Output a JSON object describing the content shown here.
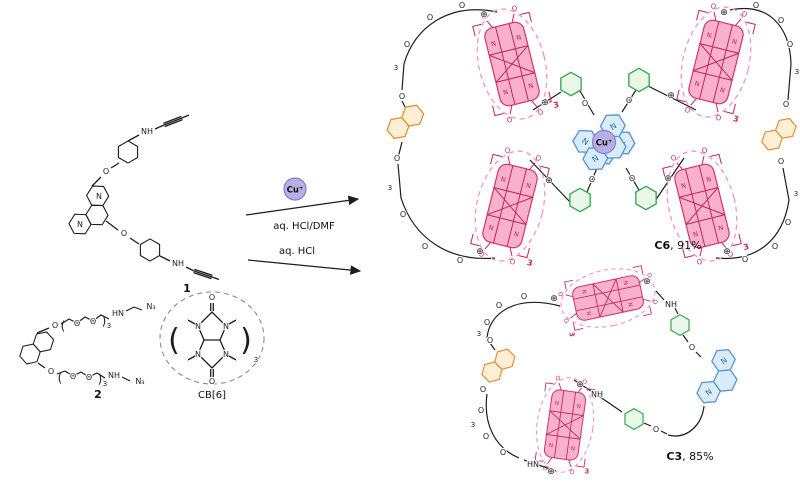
{
  "scheme": {
    "reactants": [
      {
        "label": "1"
      },
      {
        "label": "2"
      },
      {
        "label": "CB[6]"
      }
    ],
    "arrows": [
      {
        "above": "Cu⁺",
        "below": "aq. HCl/DMF"
      },
      {
        "above": "aq. HCl"
      }
    ],
    "products": [
      {
        "name": "C6",
        "yield": ", 91%"
      },
      {
        "name": "C3",
        "yield": ", 85%"
      }
    ],
    "cu_center": "Cu⁺"
  },
  "atoms": {
    "N": "N",
    "O": "O",
    "NH": "NH",
    "HN": "HN",
    "N3": "N₃",
    "plus": "⊕",
    "sub3": "3",
    "lparen": "(",
    "rparen": ")"
  },
  "colors": {
    "cb6_fill": "#f7b1ca",
    "cb6_outline": "#d6336c",
    "cb6_dash": "#f096bc",
    "phenylene_green": "#37a84c",
    "phenanthroline_blue": "#5b9bd0",
    "naphthalene_orange": "#e2912f",
    "copper_fill": "#b8b0e4",
    "bond_black": "#1d1d1d"
  }
}
